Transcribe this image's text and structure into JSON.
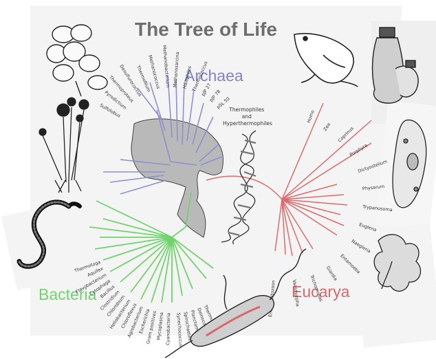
{
  "title": "The Tree of Life",
  "domains": {
    "archaea": {
      "label": "Archaea",
      "color": "#7f85c8"
    },
    "bacteria": {
      "label": "Bacteria",
      "color": "#6fd46b"
    },
    "eucarya": {
      "label": "Eucarya",
      "color": "#d9676a"
    }
  },
  "annotation_lines": [
    "Thermophiles",
    "and",
    "Hyperthermophiles"
  ],
  "leaves": {
    "archaea": [
      "Sulfolobus",
      "Pyrodictium",
      "Thermoproteus",
      "Desulfurococcus",
      "Thermofilum",
      "Methanococcus",
      "Methanobacterium",
      "Methanosarcina",
      "Halophiles",
      "Thermococcus",
      "pJP 27",
      "pJP 78",
      "pSL 50"
    ],
    "bacteria": [
      "Thermotoga",
      "Aquifex",
      "Flavobacterium",
      "Cytophaga",
      "Bacillus",
      "Clostridium",
      "Chlorobium",
      "Heliobacterium",
      "Chloroflexus",
      "Agrobacterium",
      "Escherichia",
      "Gram positives",
      "Mycoplasma",
      "Cyanobacteria",
      "Synechococcus",
      "Spirochaetes",
      "Planctomyces",
      "Deinococcus",
      "Thermus"
    ],
    "eucarya": [
      "Homo",
      "Zea",
      "Coprinus",
      "Porphyra",
      "Dictyostelium",
      "Physarum",
      "Trypanosoma",
      "Euglena",
      "Naegleria",
      "Entamoeba",
      "Giardia",
      "Trichomonas",
      "Vairimorpha",
      "Encephalitozoon"
    ]
  },
  "illustrations": [
    "flower-illustration",
    "frog-illustration",
    "gourd-illustration",
    "plant-illustration",
    "paramecium-illustration",
    "snake-illustration",
    "kelp-illustration",
    "bacterium-illustration",
    "dna-helix-illustration"
  ]
}
